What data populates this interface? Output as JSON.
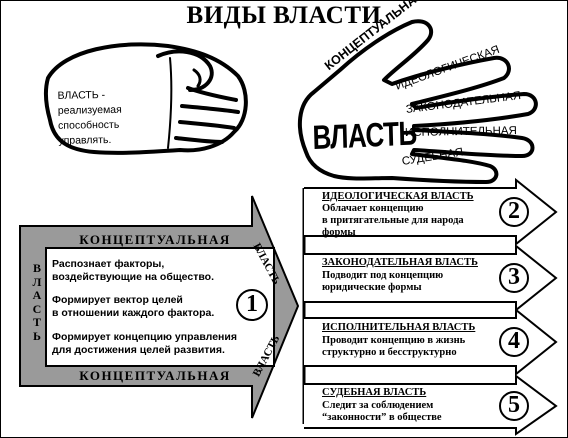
{
  "title": "ВИДЫ ВЛАСТИ",
  "fist": {
    "icon": "fist-icon",
    "label_lines": [
      "ВЛАСТЬ -",
      "реализуемая",
      "способность",
      "управлять."
    ]
  },
  "hand": {
    "icon": "open-hand-icon",
    "palm_label": "ВЛАСТЬ",
    "thumb_label": "КОНЦЕПТУАЛЬНАЯ",
    "fingers": [
      "ИДЕОЛОГИЧЕСКАЯ",
      "ЗАКОНОДАТЕЛЬНАЯ",
      "ИСПОЛНИТЕЛЬНАЯ",
      "СУДЕБНАЯ"
    ]
  },
  "conceptual_arrow": {
    "top_label": "КОНЦЕПТУАЛЬНАЯ",
    "bottom_label": "КОНЦЕПТУАЛЬНАЯ",
    "left_label_letters": [
      "В",
      "Л",
      "А",
      "С",
      "Т",
      "Ь"
    ],
    "upper_diagonal_label": "ВЛАСТЬ",
    "lower_diagonal_label": "ВЛАСТЬ",
    "number": "1",
    "items": [
      [
        "Распознает факторы,",
        "воздействующие на общество."
      ],
      [
        "Формирует вектор целей",
        "в отношении каждого фактора."
      ],
      [
        "Формирует концепцию управления",
        "для достижения целей развития."
      ]
    ]
  },
  "branches": [
    {
      "number": "2",
      "heading": "ИДЕОЛОГИЧЕСКАЯ ВЛАСТЬ",
      "body": [
        "Облачает концепцию",
        "в притягательные для народа",
        "формы"
      ]
    },
    {
      "number": "3",
      "heading": "ЗАКОНОДАТЕЛЬНАЯ ВЛАСТЬ",
      "body": [
        "Подводит под концепцию",
        "юридические формы"
      ]
    },
    {
      "number": "4",
      "heading": "ИСПОЛНИТЕЛЬНАЯ ВЛАСТЬ",
      "body": [
        "Проводит концепцию в жизнь",
        "структурно и бесструктурно"
      ]
    },
    {
      "number": "5",
      "heading": "СУДЕБНАЯ ВЛАСТЬ",
      "body": [
        "Следит за соблюдением",
        "“законности” в обществе"
      ]
    }
  ],
  "colors": {
    "arrow_fill": "#9a9a9a",
    "ink": "#000000",
    "paper": "#ffffff"
  }
}
